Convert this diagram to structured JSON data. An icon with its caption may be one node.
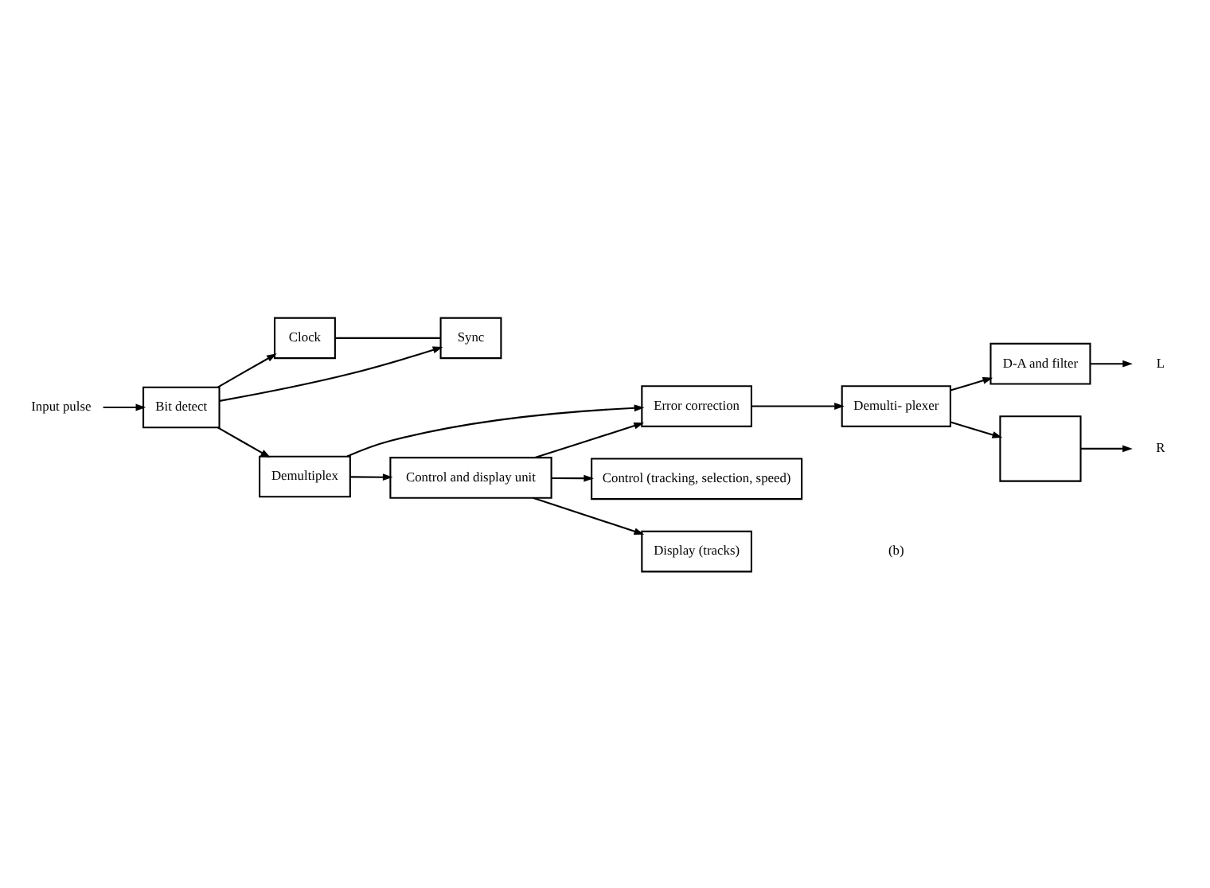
{
  "diagram": {
    "nodes": [
      {
        "text": [
          "Input pulse"
        ]
      },
      {
        "text": [
          "Bit detect"
        ]
      },
      {
        "text": [
          "Clock"
        ]
      },
      {
        "text": [
          "Sync"
        ]
      },
      {
        "text": [
          "Demultiplex"
        ]
      },
      {
        "text": [
          "Error correction"
        ]
      },
      {
        "text": [
          "Demulti- plexer"
        ]
      },
      {
        "text": [
          "D-A and filter"
        ]
      },
      {
        "text": [],
        "shape": "box"
      },
      {
        "text": [
          "L"
        ]
      },
      {
        "text": [
          "R"
        ]
      },
      {
        "text": [
          "Control and display unit"
        ]
      },
      {
        "text": [
          "Control (tracking, selection, speed)"
        ]
      },
      {
        "text": [
          "Display (tracks)"
        ]
      }
    ],
    "edges": [
      {
        "from": 0,
        "to": 1,
        "arrow": "to"
      },
      {
        "from": 1,
        "to": 4,
        "arrow": "to"
      },
      {
        "from": 1,
        "to": 2,
        "arrow": "to"
      },
      {
        "from": 1,
        "to": 3,
        "arrow": "to"
      },
      {
        "from": 2,
        "to": 3,
        "arrow": "none"
      },
      {
        "from": 4,
        "to": 5,
        "arrow": "to"
      },
      {
        "from": 4,
        "to": 11,
        "arrow": "to"
      },
      {
        "from": 11,
        "to": 5,
        "arrow": "to"
      },
      {
        "from": 5,
        "to": 6,
        "arrow": "to"
      },
      {
        "from": 6,
        "to": 7,
        "arrow": "to"
      },
      {
        "from": 6,
        "to": 8,
        "arrow": "to"
      },
      {
        "from": 7,
        "to": 9,
        "arrow": "to"
      },
      {
        "from": 8,
        "to": 10,
        "arrow": "to"
      },
      {
        "from": 11,
        "to": 12,
        "arrow": "to"
      },
      {
        "from": 11,
        "to": 13,
        "arrow": "to"
      }
    ],
    "labels": [
      "(b)"
    ]
  }
}
